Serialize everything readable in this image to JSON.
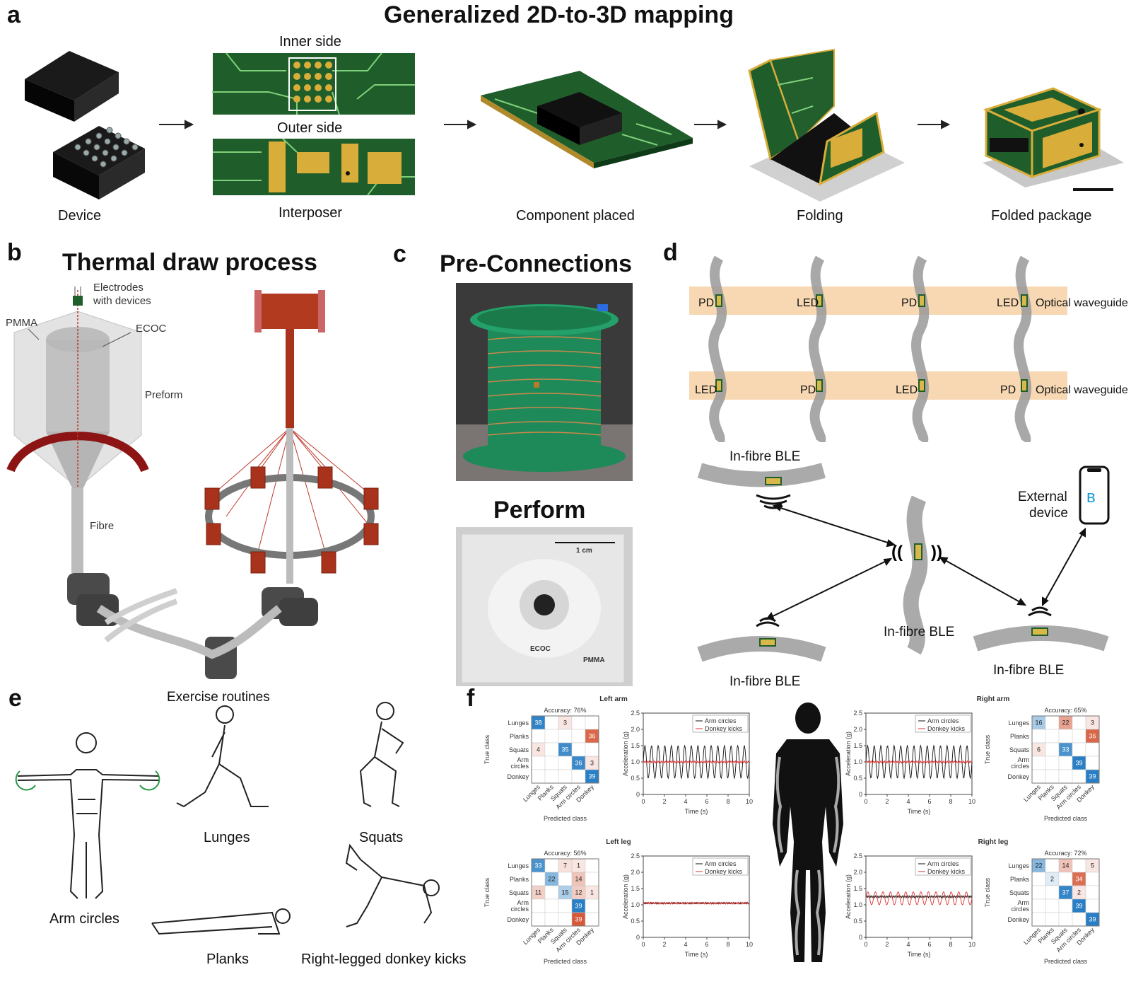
{
  "panel_a": {
    "letter": "a",
    "title": "Generalized 2D-to-3D mapping",
    "labels": {
      "device": "Device",
      "inner_side": "Inner side",
      "outer_side": "Outer side",
      "interposer": "Interposer",
      "component_placed": "Component placed",
      "folding": "Folding",
      "folded_package": "Folded package"
    }
  },
  "panel_b": {
    "letter": "b",
    "title": "Thermal draw process",
    "labels": {
      "electrodes": "Electrodes",
      "with_devices": "with devices",
      "pmma": "PMMA",
      "ecoc": "ECOC",
      "preform": "Preform",
      "fibre": "Fibre",
      "exercise": "Exercise routines"
    }
  },
  "panel_c": {
    "letter": "c",
    "title_top": "Pre-Connections",
    "title_bottom": "Perform",
    "scale": "1 cm",
    "ecoc": "ECOC",
    "pmma": "PMMA"
  },
  "panel_d": {
    "letter": "d",
    "row1": [
      "PD",
      "LED",
      "PD",
      "LED"
    ],
    "row2": [
      "LED",
      "PD",
      "LED",
      "PD"
    ],
    "waveguide": "Optical waveguide",
    "ble": "In-fibre BLE",
    "external_1": "External",
    "external_2": "device"
  },
  "panel_e": {
    "letter": "e",
    "arm_circles": "Arm circles",
    "lunges": "Lunges",
    "squats": "Squats",
    "planks": "Planks",
    "donkey": "Right-legged donkey kicks"
  },
  "panel_f": {
    "letter": "f",
    "row_labels": [
      "Lunges",
      "Planks",
      "Squats",
      "Arm circles",
      "Donkey"
    ],
    "col_labels": [
      "Lunges",
      "Planks",
      "Squats",
      "Arm circles",
      "Donkey"
    ],
    "true_class": "True class",
    "predicted_class": "Predicted class",
    "time_axis": "Time (s)",
    "acc_axis": "Acceleration (g)",
    "legend": [
      "Arm circles",
      "Donkey kicks"
    ],
    "y_ticks": [
      "0",
      "0.5",
      "1.0",
      "1.5",
      "2.0",
      "2.5"
    ],
    "x_ticks": [
      "0",
      "2",
      "4",
      "6",
      "8",
      "10"
    ],
    "blocks": [
      {
        "title": "Left arm",
        "accuracy": "Accuracy: 76%",
        "cells": [
          [
            38,
            0,
            3,
            0,
            0
          ],
          [
            0,
            0,
            0,
            0,
            36
          ],
          [
            4,
            0,
            35,
            0,
            0
          ],
          [
            0,
            0,
            0,
            36,
            3
          ],
          [
            0,
            0,
            0,
            0,
            39
          ]
        ]
      },
      {
        "title": "Right arm",
        "accuracy": "Accuracy: 65%",
        "cells": [
          [
            16,
            0,
            22,
            0,
            3
          ],
          [
            0,
            0,
            0,
            0,
            36
          ],
          [
            6,
            0,
            33,
            0,
            0
          ],
          [
            0,
            0,
            0,
            39,
            0
          ],
          [
            0,
            0,
            0,
            0,
            39
          ]
        ]
      },
      {
        "title": "Left leg",
        "accuracy": "Accuracy: 56%",
        "cells": [
          [
            33,
            0,
            7,
            1,
            0
          ],
          [
            0,
            22,
            0,
            14,
            0
          ],
          [
            11,
            0,
            15,
            12,
            1
          ],
          [
            0,
            0,
            0,
            39,
            0
          ],
          [
            0,
            0,
            0,
            39,
            0
          ]
        ]
      },
      {
        "title": "Right leg",
        "accuracy": "Accuracy: 72%",
        "cells": [
          [
            22,
            0,
            14,
            0,
            5
          ],
          [
            0,
            2,
            0,
            34,
            0
          ],
          [
            0,
            0,
            37,
            2,
            0
          ],
          [
            0,
            0,
            0,
            39,
            0
          ],
          [
            0,
            0,
            0,
            0,
            39
          ]
        ]
      }
    ]
  },
  "colors": {
    "pcb_green": "#1f5d2a",
    "trace_green": "#7fd07a",
    "gold": "#d9ad3a",
    "copper_red": "#a8321c",
    "waveguide": "#f7d8b3",
    "blue_cell": "#2a7fc4",
    "red_cell": "#d65a3a"
  }
}
